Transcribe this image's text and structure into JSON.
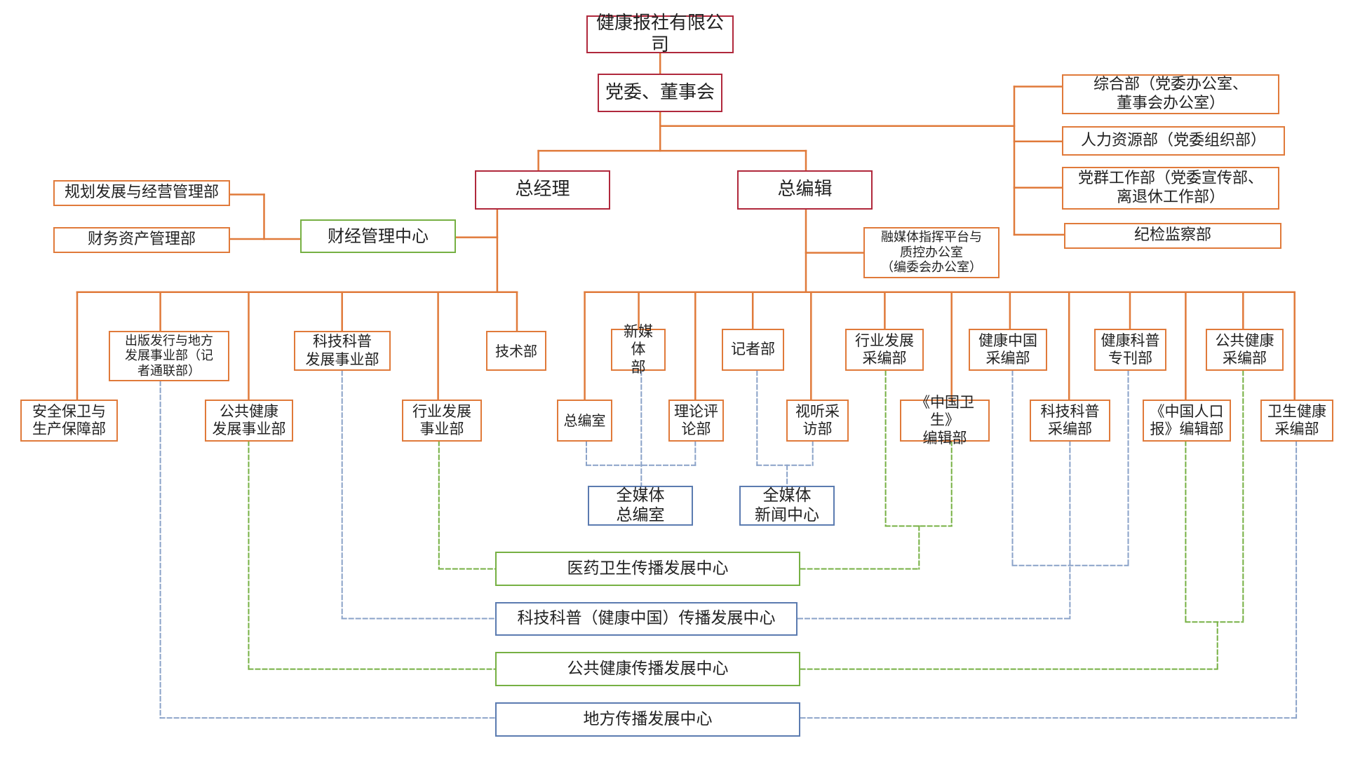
{
  "colors": {
    "top": "#b0283c",
    "dept": "#e07a3a",
    "green": "#76b043",
    "blue": "#8aa2c8",
    "box_border_blue": "#5b7bb0",
    "text": "#222222"
  },
  "nodes": {
    "company": {
      "label": "健康报社有限公司",
      "kind": "top"
    },
    "party": {
      "label": "党委、董事会",
      "kind": "top"
    },
    "gm": {
      "label": "总经理",
      "kind": "top"
    },
    "ce": {
      "label": "总编辑",
      "kind": "top"
    },
    "zonghe": {
      "label": "综合部（党委办公室、\n董事会办公室）",
      "kind": "dept"
    },
    "hr": {
      "label": "人力资源部（党委组织部）",
      "kind": "dept"
    },
    "dangqun": {
      "label": "党群工作部（党委宣传部、\n离退休工作部）",
      "kind": "dept"
    },
    "jijian": {
      "label": "纪检监察部",
      "kind": "dept"
    },
    "guihua": {
      "label": "规划发展与经营管理部",
      "kind": "dept"
    },
    "caiwu": {
      "label": "财务资产管理部",
      "kind": "dept"
    },
    "caijing": {
      "label": "财经管理中心",
      "kind": "green"
    },
    "rongmeiti": {
      "label": "融媒体指挥平台与\n质控办公室\n（编委会办公室）",
      "kind": "dept"
    },
    "anquan": {
      "label": "安全保卫与\n生产保障部",
      "kind": "dept"
    },
    "chuban": {
      "label": "出版发行与地方\n发展事业部（记\n者通联部）",
      "kind": "dept"
    },
    "gonggong_sy": {
      "label": "公共健康\n发展事业部",
      "kind": "dept"
    },
    "keji_sy": {
      "label": "科技科普\n发展事业部",
      "kind": "dept"
    },
    "hangye_sy": {
      "label": "行业发展\n事业部",
      "kind": "dept"
    },
    "jishu": {
      "label": "技术部",
      "kind": "dept"
    },
    "zongbian": {
      "label": "总编室",
      "kind": "dept"
    },
    "xinmeiti": {
      "label": "新媒体\n部",
      "kind": "dept"
    },
    "lilun": {
      "label": "理论评\n论部",
      "kind": "dept"
    },
    "jizhe": {
      "label": "记者部",
      "kind": "dept"
    },
    "shiting": {
      "label": "视听采\n访部",
      "kind": "dept"
    },
    "hangye_cb": {
      "label": "行业发展\n采编部",
      "kind": "dept"
    },
    "zhongguo_ws": {
      "label": "《中国卫生》\n编辑部",
      "kind": "dept"
    },
    "jkzg_cb": {
      "label": "健康中国\n采编部",
      "kind": "dept"
    },
    "keji_cb": {
      "label": "科技科普\n采编部",
      "kind": "dept"
    },
    "jkkp_zk": {
      "label": "健康科普\n专刊部",
      "kind": "dept"
    },
    "renkou": {
      "label": "《中国人口\n报》编辑部",
      "kind": "dept"
    },
    "gonggong_cb": {
      "label": "公共健康\n采编部",
      "kind": "dept"
    },
    "weisheng_cb": {
      "label": "卫生健康\n采编部",
      "kind": "dept"
    },
    "qmt_zbs": {
      "label": "全媒体\n总编室",
      "kind": "blue"
    },
    "qmt_xw": {
      "label": "全媒体\n新闻中心",
      "kind": "blue"
    },
    "yiyao": {
      "label": "医药卫生传播发展中心",
      "kind": "green"
    },
    "kejipu": {
      "label": "科技科普（健康中国）传播发展中心",
      "kind": "blue"
    },
    "gonggong_zx": {
      "label": "公共健康传播发展中心",
      "kind": "green"
    },
    "difang": {
      "label": "地方传播发展中心",
      "kind": "blue"
    }
  }
}
